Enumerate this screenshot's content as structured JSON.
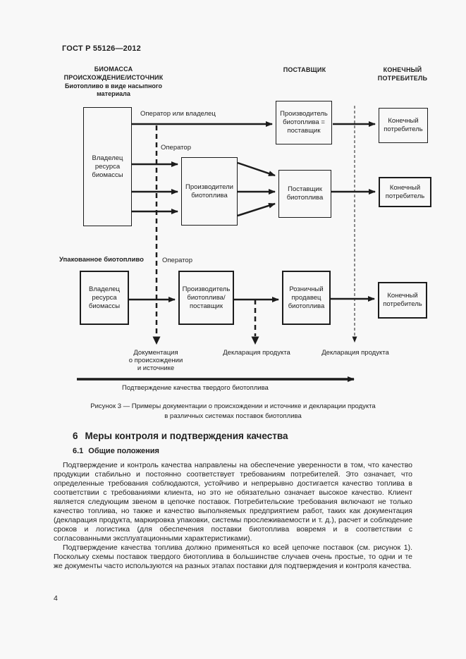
{
  "page": {
    "doc_number": "ГОСТ Р 55126—2012",
    "page_number": "4"
  },
  "figure": {
    "columns": {
      "biomass_header": "БИОМАССА\nПРОИСХОЖДЕНИЕ/ИСТОЧНИК",
      "biomass_sub": "Биотопливо в виде насыпного\nматериала",
      "supplier_header": "ПОСТАВЩИК",
      "consumer_header": "КОНЕЧНЫЙ\nПОТРЕБИТЕЛЬ"
    },
    "bulk_chain": {
      "owner_box": "Владелец ресурса биомассы",
      "operator_or_owner_label": "Оператор или владелец",
      "operator_label": "Оператор",
      "producers_box": "Производители биотоплива",
      "producer_supplier_box": "Производитель биотоплива = поставщик",
      "supplier_box": "Поставщик биотоплива",
      "consumer_box_1": "Конечный потребитель",
      "consumer_box_2": "Конечный потребитель"
    },
    "packaged_chain": {
      "section_label": "Упакованное биотопливо",
      "operator_label": "Оператор",
      "owner_box": "Владелец ресурса биомассы",
      "producer_supplier_box": "Производитель биотоплива/ поставщик",
      "retailer_box": "Розничный продавец биотоплива",
      "consumer_box": "Конечный потребитель"
    },
    "document_labels": {
      "origin_doc": "Документация\nо происхождении\nи источнике",
      "product_declaration_1": "Декларация продукта",
      "product_declaration_2": "Декларация продукта",
      "quality_confirmation": "Подтверждение качества твердого биотоплива"
    },
    "caption": "Рисунок 3 — Примеры документации о происхождении и источнике и декларации продукта\nв различных системах поставок биотоплива"
  },
  "section": {
    "heading_number": "6",
    "heading_title": "Меры контроля и подтверждения качества",
    "subheading_number": "6.1",
    "subheading_title": "Общие положения",
    "paragraph_1": "Подтверждение и контроль качества направлены на обеспечение уверенности в том, что качество продукции стабильно и постоянно соответствует требованиям потребителей. Это означает, что определенные требования соблюдаются, устойчиво и непрерывно достигается качество топлива в соответствии с требованиями клиента, но это не обязательно означает высокое качество. Клиент является следующим звеном в цепочке поставок. Потребительские требования включают не только качество топлива, но также и качество выполняемых предприятием работ, таких как документация (декларация продукта, маркировка упаковки, системы прослеживаемости и т. д.), расчет и соблюдение сроков и логистика (для обеспечения поставки биотоплива вовремя и в соответствии с согласованными эксплуатационными характеристиками).",
    "paragraph_2": "Подтверждение качества топлива должно применяться ко всей цепочке поставок (см. рисунок 1). Поскольку схемы поставок твердого биотоплива в большинстве случаев очень простые, то одни и те же документы часто используются на разных этапах поставки для подтверждения и контроля качества."
  },
  "colors": {
    "text": "#212121",
    "line": "#1c1c1c",
    "background": "#f8f8f8"
  }
}
